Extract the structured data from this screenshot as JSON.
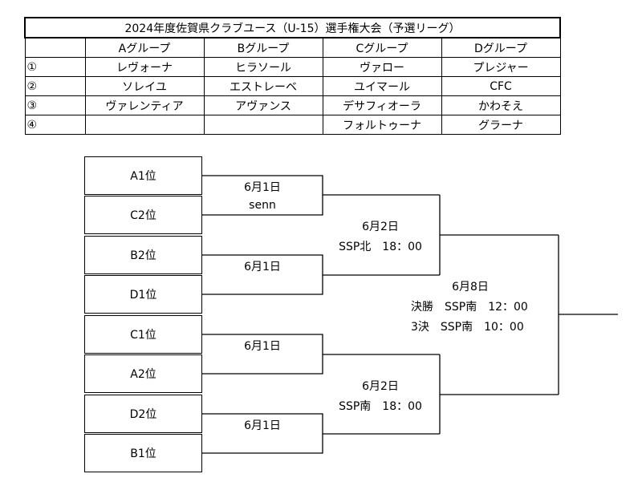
{
  "table": {
    "title": "2024年度佐賀県クラブユース（U-15）選手権大会（予選リーグ）",
    "headers": [
      "",
      "Aグループ",
      "Bグループ",
      "Cグループ",
      "Dグループ"
    ],
    "rows": [
      [
        "①",
        "レヴォーナ",
        "ヒラソール",
        "ヴァロー",
        "プレジャー"
      ],
      [
        "②",
        "ソレイユ",
        "エストレーベ",
        "ユイマール",
        "CFC"
      ],
      [
        "③",
        "ヴァレンティア",
        "アヴァンス",
        "デサフィオーラ",
        "かわそえ"
      ],
      [
        "④",
        "",
        "",
        "フォルトゥーナ",
        "グラーナ"
      ]
    ]
  },
  "bracket": {
    "slots": [
      "A1位",
      "C2位",
      "B2位",
      "D1位",
      "C1位",
      "A2位",
      "D2位",
      "B1位"
    ],
    "round1": [
      {
        "date": "6月1日",
        "venue": "senn"
      },
      {
        "date": "6月1日",
        "venue": ""
      },
      {
        "date": "6月1日",
        "venue": ""
      },
      {
        "date": "6月1日",
        "venue": ""
      }
    ],
    "semis": [
      {
        "date": "6月2日",
        "venue": "SSP北　18：00"
      },
      {
        "date": "6月2日",
        "venue": "SSP南　18：00"
      }
    ],
    "final": {
      "date": "6月8日",
      "final_line": "決勝　SSP南　12：00",
      "third_line": "3決　SSP南　10：00"
    }
  }
}
